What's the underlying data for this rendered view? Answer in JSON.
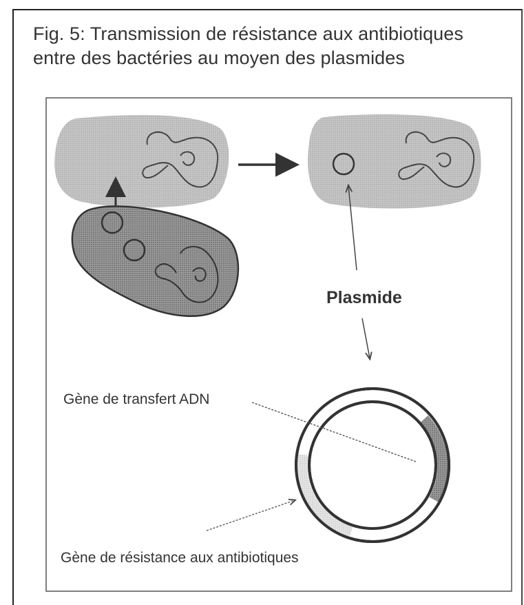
{
  "figure": {
    "title_line_1": "Fig. 5: Transmission de résistance aux antibiotiques",
    "title_line_2": "entre des bactéries au moyen des plasmides"
  },
  "labels": {
    "plasmid": "Plasmide",
    "transfer_gene": "Gène de transfert ADN",
    "resistance_gene": "Gène de résistance aux antibiotiques"
  }
}
